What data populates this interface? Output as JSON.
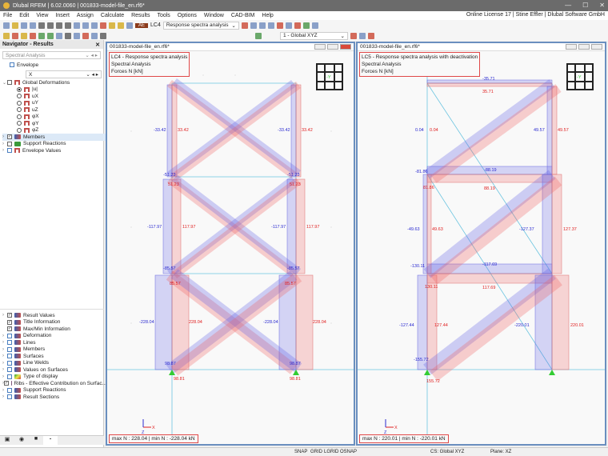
{
  "window": {
    "title": "Dlubal RFEM | 6.02.0060 | 001833-model-file_en.rf6*"
  },
  "menu": [
    "File",
    "Edit",
    "View",
    "Insert",
    "Assign",
    "Calculate",
    "Results",
    "Tools",
    "Options",
    "Window",
    "CAD-BIM",
    "Help"
  ],
  "license": "Online License 17 | Stine Effler | Dlubal Software GmbH",
  "toolbar": {
    "lc_badge": "AE",
    "lc_id": "LC4",
    "lc_name": "Response spectra analysis",
    "coord_system": "1 - Global XYZ"
  },
  "navigator": {
    "title": "Navigator - Results",
    "analysis": "Spectral Analysis",
    "envelope": "Envelope",
    "direction": "X",
    "tree": [
      {
        "label": "Global Deformations"
      },
      {
        "label": "|u|"
      },
      {
        "label": "uX"
      },
      {
        "label": "uY"
      },
      {
        "label": "uZ"
      },
      {
        "label": "φX"
      },
      {
        "label": "φY"
      },
      {
        "label": "φZ"
      },
      {
        "label": "Members"
      },
      {
        "label": "Support Reactions"
      },
      {
        "label": "Envelope Values"
      }
    ],
    "display": [
      {
        "label": "Result Values",
        "checked": true
      },
      {
        "label": "Title Information",
        "checked": true
      },
      {
        "label": "Max/Min Information",
        "checked": true
      },
      {
        "label": "Deformation",
        "checked": false
      },
      {
        "label": "Lines",
        "checked": false
      },
      {
        "label": "Members",
        "checked": false
      },
      {
        "label": "Surfaces",
        "checked": false
      },
      {
        "label": "Line Welds",
        "checked": false
      },
      {
        "label": "Values on Surfaces",
        "checked": false
      },
      {
        "label": "Type of display",
        "checked": false
      },
      {
        "label": "Ribs - Effective Contribution on Surfac...",
        "checked": true
      },
      {
        "label": "Support Reactions",
        "checked": false
      },
      {
        "label": "Result Sections",
        "checked": false
      }
    ]
  },
  "views": [
    {
      "title": "001833-model-file_en.rf6*",
      "info": [
        "LC4 - Response spectra analysis",
        "Spectral Analysis",
        "Forces N [kN]"
      ],
      "maxmin": "max N : 228.04 | min N : -228.04 kN",
      "labels": {
        "a": "-33.42",
        "b": "33.42",
        "c": "-51.23",
        "d": "51.23",
        "e": "-117.97",
        "f": "117.97",
        "g": "-85.57",
        "h": "85.57",
        "i": "-228.04",
        "j": "228.04",
        "k": "98.87",
        "l": "98.81"
      }
    },
    {
      "title": "001833-model-file_en.rf6*",
      "info": [
        "LC5 - Response spectra analysis with deactivation",
        "Spectral Analysis",
        "Forces N [kN]"
      ],
      "maxmin": "max N : 220.01 | min N : -220.01 kN",
      "labels": {
        "a": "-35.71",
        "b": "35.71",
        "c": "0.04",
        "d": "49.57",
        "e": "-81.86",
        "f": "81.86",
        "g": "-88.19",
        "h": "88.19",
        "i": "-49.63",
        "j": "49.63",
        "k": "-127.37",
        "l": "127.37",
        "m": "-130.11",
        "n": "130.11",
        "o": "-117.69",
        "p": "117.69",
        "q": "-127.44",
        "r": "127.44",
        "s": "-220.01",
        "t": "220.01",
        "u": "-155.72",
        "v": "155.72"
      }
    }
  ],
  "view_cube": "-Y",
  "axes": {
    "x": "X",
    "z": "Z"
  },
  "status": {
    "snap": "SNAP",
    "grid": "GRID",
    "lgrid": "LGRID",
    "osnap": "OSNAP",
    "cs": "CS: Global XYZ",
    "plane": "Plane: XZ"
  }
}
